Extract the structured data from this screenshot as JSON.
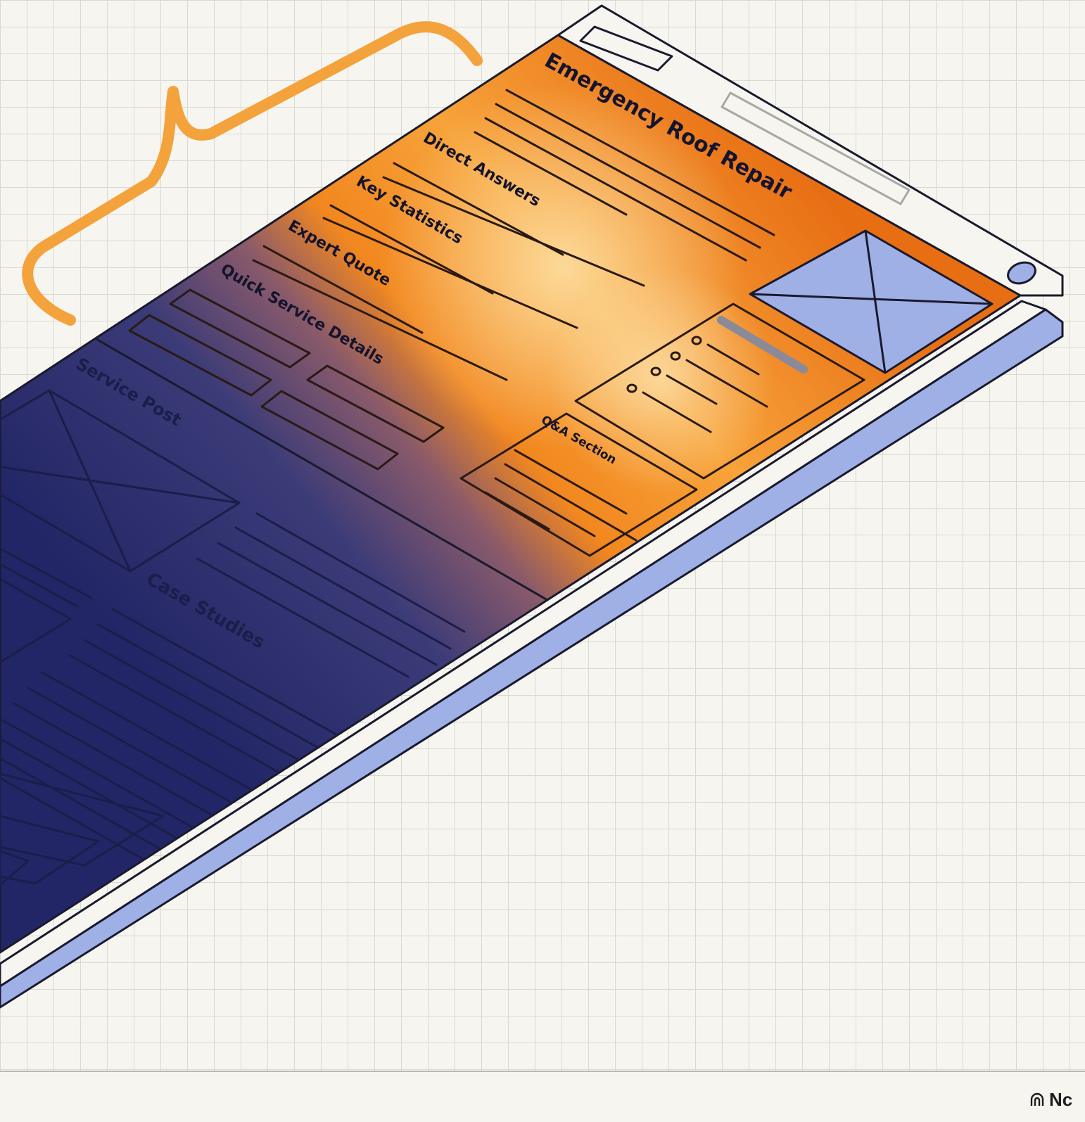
{
  "page": {
    "title": "Emergency Roof Repair",
    "sections": {
      "direct_answers": "Direct Answers",
      "key_statistics": "Key Statistics",
      "expert_quote": "Expert Quote",
      "quick_service": "Quick Service Details",
      "qa_section": "Q&A Section",
      "service_post": "Service Post",
      "case_studies": "Case Studies"
    }
  },
  "footer": {
    "brand": "Nc"
  },
  "colors": {
    "accent_orange": "#f08a24",
    "deep_navy": "#26296a",
    "frame_blue": "#9fb0e6",
    "bracket_orange": "#f3a23c",
    "ink": "#1a1a2e"
  },
  "icons": [
    "curly-bracket-icon",
    "image-placeholder-icon",
    "browser-dot-icon",
    "nc-logo-icon"
  ]
}
